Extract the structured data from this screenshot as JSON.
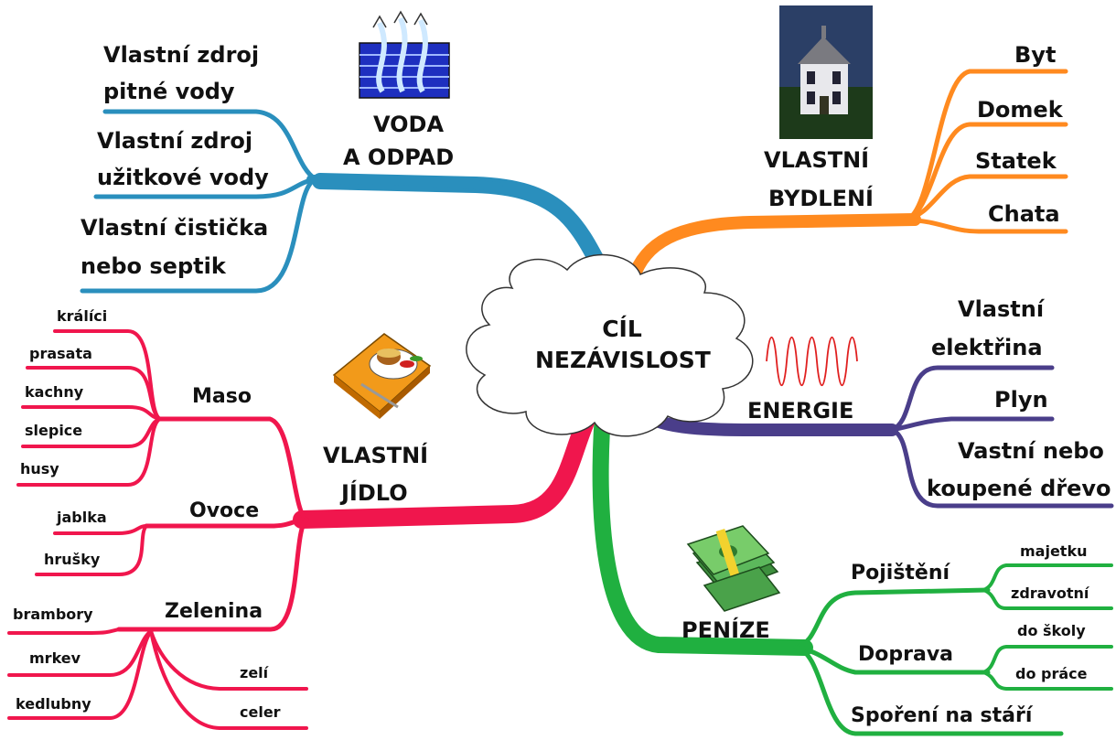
{
  "center": {
    "line1": "CÍL",
    "line2": "NEZÁVISLOST"
  },
  "colors": {
    "water": "#2a8fbd",
    "housing": "#ff8a1f",
    "food": "#f0164d",
    "energy": "#4a3e8a",
    "money": "#20b040"
  },
  "icons": [
    "water-steam-icon",
    "house-photo-icon",
    "food-tray-icon",
    "sine-wave-icon",
    "money-stack-icon"
  ],
  "branches": {
    "water": {
      "title_line1": "VODA",
      "title_line2": "A ODPAD",
      "items": [
        {
          "line1": "Vlastní zdroj",
          "line2": "pitné vody"
        },
        {
          "line1": "Vlastní zdroj",
          "line2": "užitkové vody"
        },
        {
          "line1": "Vlastní čistička",
          "line2": "nebo septik"
        }
      ]
    },
    "housing": {
      "title_line1": "VLASTNÍ",
      "title_line2": "BYDLENÍ",
      "items": [
        "Byt",
        "Domek",
        "Statek",
        "Chata"
      ]
    },
    "energy": {
      "title": "ENERGIE",
      "items": [
        {
          "line1": "Vlastní",
          "line2": "elektřina"
        },
        {
          "line1": "Plyn",
          "line2": ""
        },
        {
          "line1": "Vastní nebo",
          "line2": "koupené dřevo"
        }
      ]
    },
    "money": {
      "title": "PENÍZE",
      "groups": [
        {
          "label": "Pojištění",
          "items": [
            "majetku",
            "zdravotní"
          ]
        },
        {
          "label": "Doprava",
          "items": [
            "do školy",
            "do práce"
          ]
        },
        {
          "label": "Spoření na stáří",
          "items": []
        }
      ]
    },
    "food": {
      "title_line1": "VLASTNÍ",
      "title_line2": "JÍDLO",
      "groups": [
        {
          "label": "Maso",
          "items": [
            "králíci",
            "prasata",
            "kachny",
            "slepice",
            "husy"
          ]
        },
        {
          "label": "Ovoce",
          "items": [
            "jablka",
            "hrušky"
          ]
        },
        {
          "label": "Zelenina",
          "items": [
            "brambory",
            "mrkev",
            "kedlubny",
            "zelí",
            "celer"
          ]
        }
      ]
    }
  }
}
